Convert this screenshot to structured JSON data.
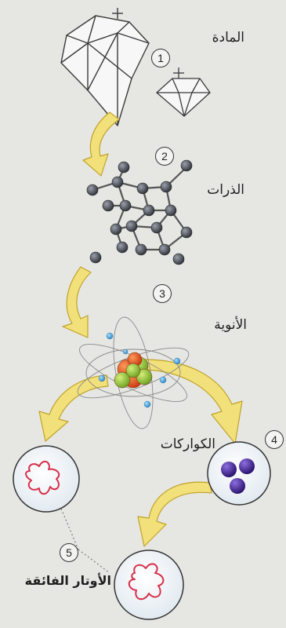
{
  "steps": [
    {
      "number": "1",
      "label": "المادة"
    },
    {
      "number": "2",
      "label": "الذرات"
    },
    {
      "number": "3",
      "label": "الأنوية"
    },
    {
      "number": "4",
      "label": "الكواركات"
    },
    {
      "number": "5",
      "label": "الأوتار الفائقة"
    }
  ],
  "colors": {
    "arrow": "#f2e07a",
    "arrow_edge": "#bfa32a",
    "atom": "#3f3f46",
    "nucleus_red": "#d94a1c",
    "nucleus_green": "#8cbf2e",
    "electron": "#4aa3dc",
    "quark": "#4b2b8f",
    "string": "#d7304a"
  }
}
